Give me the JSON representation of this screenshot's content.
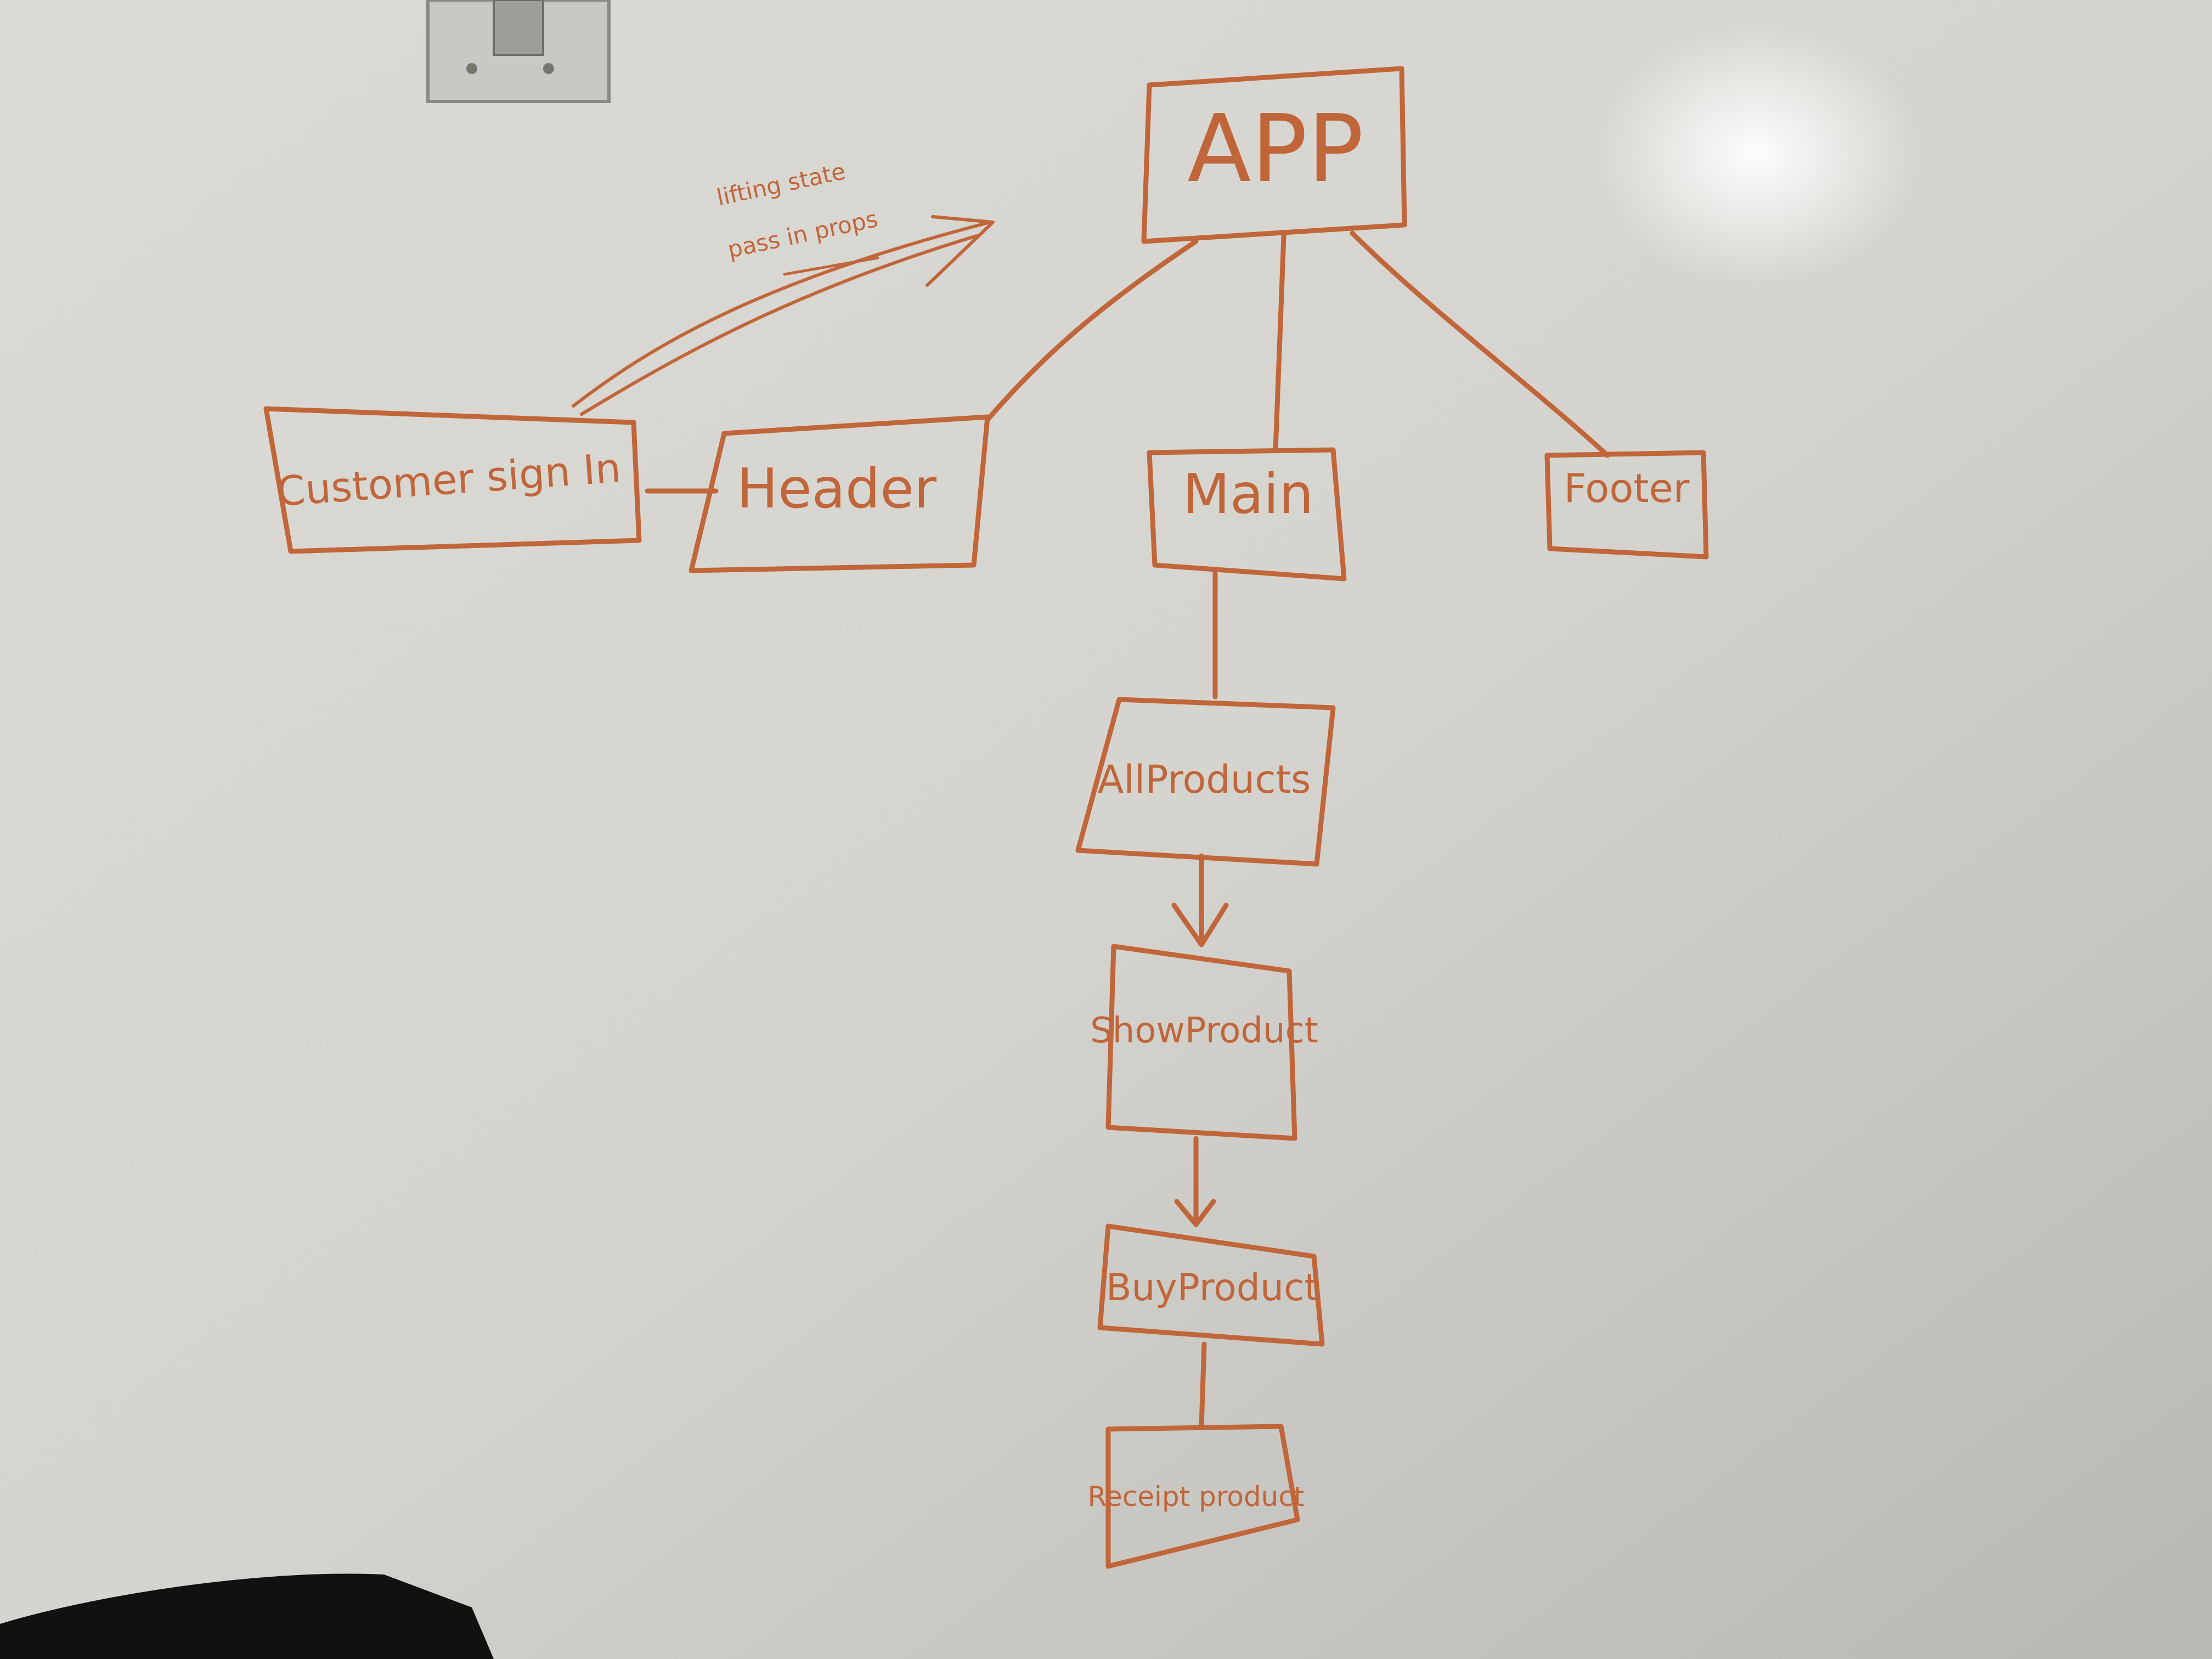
{
  "diagram": {
    "marker_color": "#c0663a",
    "wall_colors": {
      "main": "#d9d7d2",
      "light": "#ecebe8",
      "shadow": "#a9a8a4"
    },
    "nodes": [
      {
        "id": "app",
        "label": "APP"
      },
      {
        "id": "customer",
        "label": "Customer sign In"
      },
      {
        "id": "header",
        "label": "Header"
      },
      {
        "id": "main",
        "label": "Main"
      },
      {
        "id": "footer",
        "label": "Footer"
      },
      {
        "id": "allproducts",
        "label": "AllProducts"
      },
      {
        "id": "showproduct",
        "label": "ShowProduct"
      },
      {
        "id": "buyproduct",
        "label": "BuyProduct"
      },
      {
        "id": "receipt",
        "label": "Receipt product"
      }
    ],
    "annotation": {
      "line1": "lifting state",
      "line2": "pass in props"
    },
    "edges": [
      {
        "from": "app",
        "to": "header",
        "style": "line"
      },
      {
        "from": "app",
        "to": "main",
        "style": "line"
      },
      {
        "from": "app",
        "to": "footer",
        "style": "line"
      },
      {
        "from": "customer",
        "to": "header",
        "style": "line"
      },
      {
        "from": "customer",
        "to": "app",
        "style": "arrow"
      },
      {
        "from": "main",
        "to": "allproducts",
        "style": "line"
      },
      {
        "from": "allproducts",
        "to": "showproduct",
        "style": "arrow"
      },
      {
        "from": "showproduct",
        "to": "buyproduct",
        "style": "arrow"
      },
      {
        "from": "buyproduct",
        "to": "receipt",
        "style": "line"
      }
    ]
  }
}
